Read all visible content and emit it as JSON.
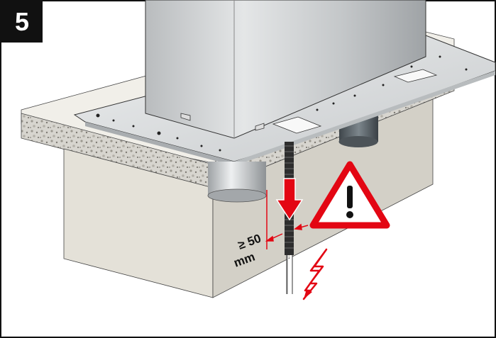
{
  "step": {
    "number": "5"
  },
  "figure": {
    "dimension_value": "≥ 50",
    "dimension_unit": "mm",
    "icons": [
      "warning-triangle-icon",
      "lightning-bolt-icon",
      "down-arrow-icon"
    ],
    "colors": {
      "warning_red": "#e30613",
      "frame": "#111111",
      "steel": "#c9cbcd",
      "concrete": "#d9d6cf"
    }
  }
}
